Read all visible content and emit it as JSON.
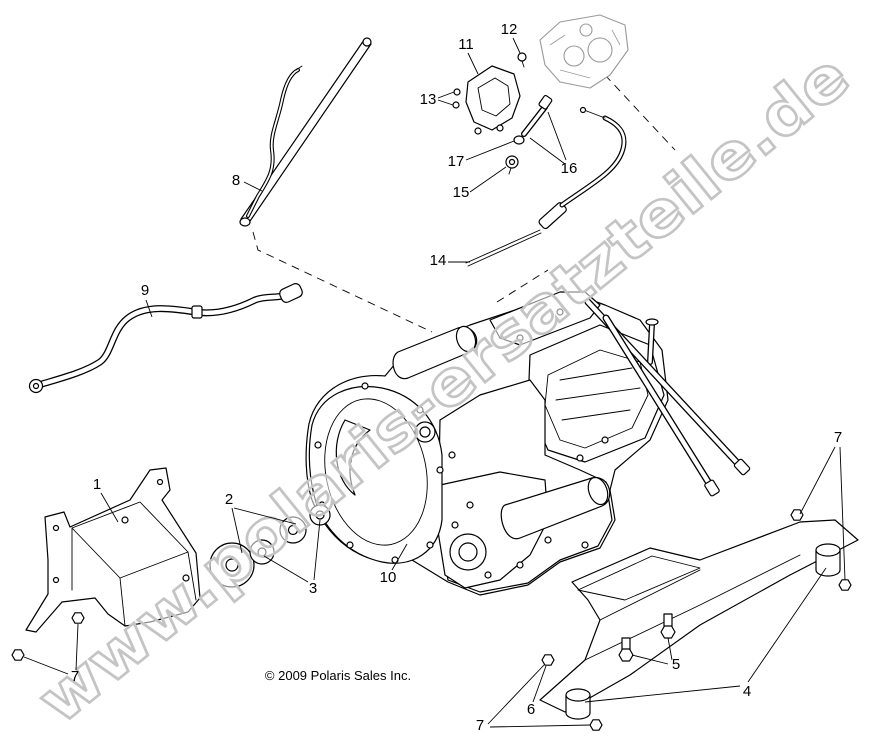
{
  "callouts": {
    "c1": "1",
    "c2": "2",
    "c3": "3",
    "c4": "4",
    "c5": "5",
    "c6": "6",
    "c7_right": "7",
    "c7_left": "7",
    "c7_bottom": "7",
    "c8": "8",
    "c9": "9",
    "c10": "10",
    "c11": "11",
    "c12": "12",
    "c13": "13",
    "c14": "14",
    "c15": "15",
    "c16": "16",
    "c17": "17"
  },
  "copyright": "© 2009 Polaris Sales Inc.",
  "watermark": "www.polaris-ersatzteile.de",
  "colors": {
    "line": "#000000",
    "ghost": "#9a9a9a",
    "watermark": "#c4c4c4",
    "background": "#ffffff"
  }
}
